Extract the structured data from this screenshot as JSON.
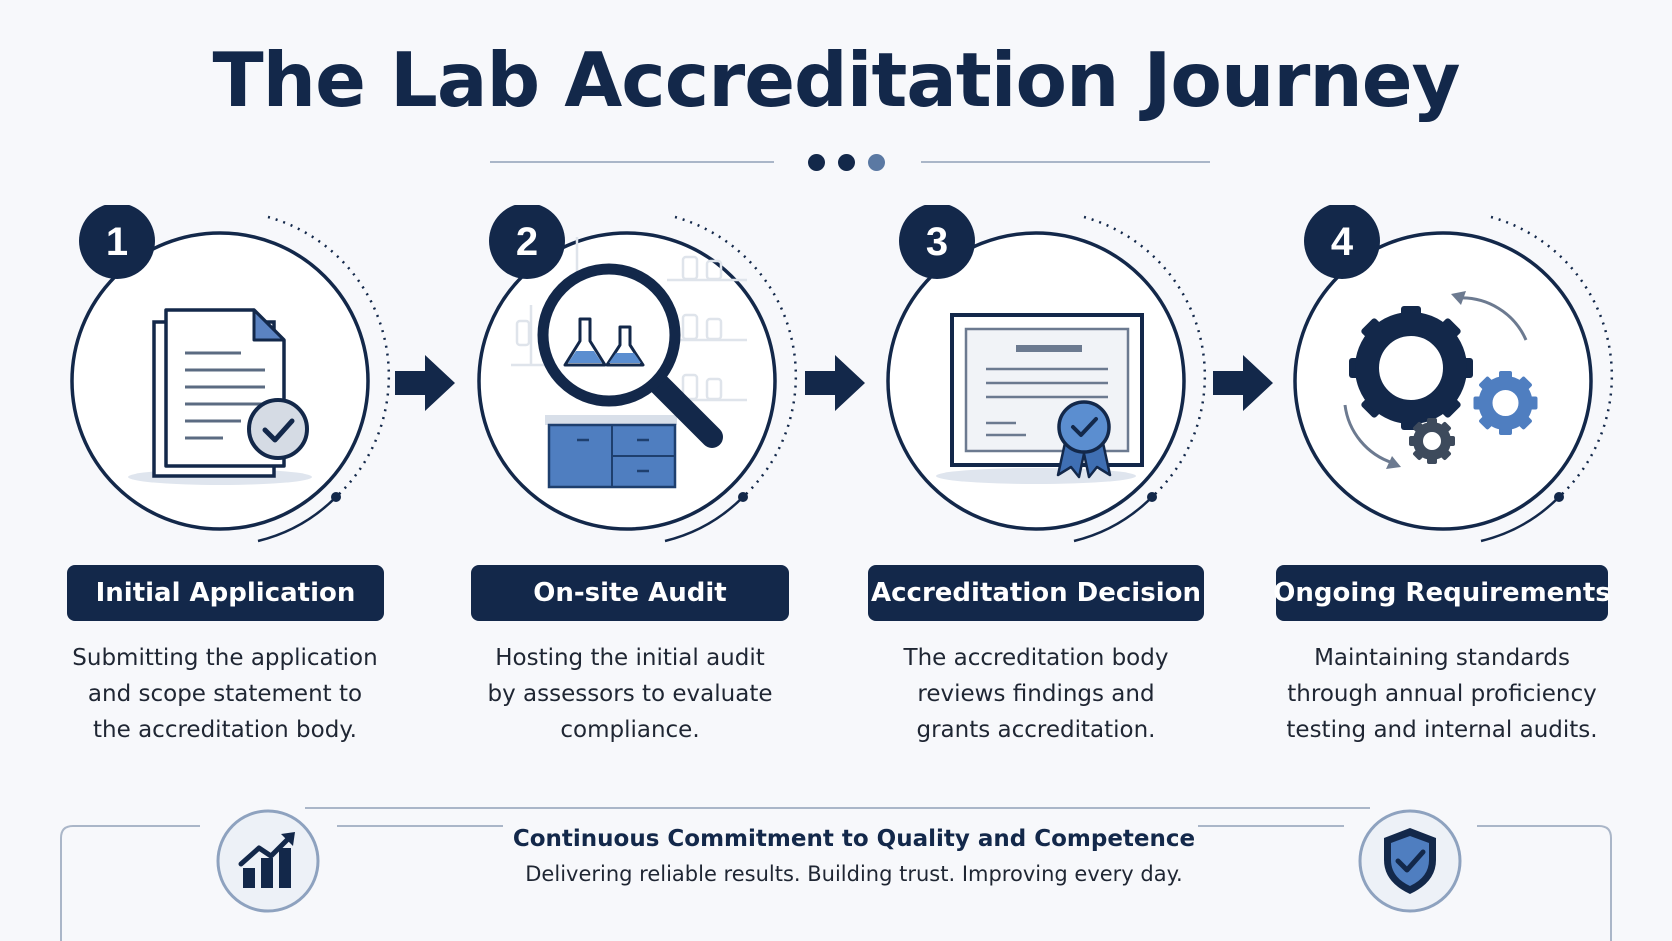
{
  "title": "The Lab Accreditation Journey",
  "colors": {
    "navy": "#13284a",
    "accent_blue": "#4a7bbf",
    "light_blue": "#8fb0dc",
    "gray_line": "#aab6c8"
  },
  "steps": [
    {
      "number": "1",
      "label": "Initial Application",
      "description": [
        "Submitting the application",
        "and scope statement to",
        "the accreditation body."
      ],
      "icon": "document-check-icon"
    },
    {
      "number": "2",
      "label": "On-site Audit",
      "description": [
        "Hosting the initial audit",
        "by assessors to evaluate",
        "compliance."
      ],
      "icon": "magnifier-flask-icon"
    },
    {
      "number": "3",
      "label": "Accreditation Decision",
      "description": [
        "The accreditation body",
        "reviews findings and",
        "grants accreditation."
      ],
      "icon": "certificate-ribbon-icon"
    },
    {
      "number": "4",
      "label": "Ongoing Requirements",
      "description": [
        "Maintaining standards",
        "through annual proficiency",
        "testing and internal audits."
      ],
      "icon": "gears-cycle-icon"
    }
  ],
  "footer": {
    "title": "Continuous Commitment to Quality and Competence",
    "subtitle": "Delivering reliable results. Building trust. Improving every day.",
    "left_icon": "growth-chart-icon",
    "right_icon": "shield-check-icon"
  }
}
